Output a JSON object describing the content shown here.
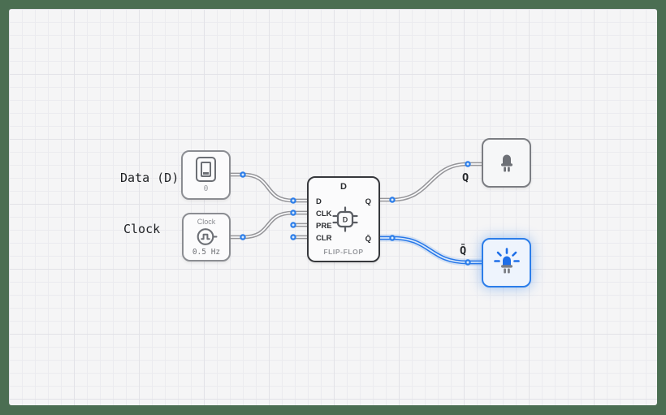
{
  "app": {
    "description": "logic circuit editor canvas with D flip-flop demo"
  },
  "colors": {
    "frame": "#4b6e52",
    "canvas_bg": "#f5f5f6",
    "grid_line": "#e8e8ec",
    "active_blue": "#2b7de9",
    "wire_gray": "#96969a",
    "component_border": "#8b8d92",
    "flipflop_border": "#36383c"
  },
  "labels": {
    "data_input": "Data (D)",
    "clock_input": "Clock",
    "q_output": "Q",
    "q_bar_output": "Q̄"
  },
  "switch": {
    "value": "0",
    "state": "off"
  },
  "clock": {
    "title": "Clock",
    "frequency": "0.5 Hz"
  },
  "flip_flop": {
    "top_label": "D",
    "chip_label": "D",
    "footer": "FLIP-FLOP",
    "pins": {
      "inputs": [
        "D",
        "CLK",
        "PRE",
        "CLR"
      ],
      "outputs": [
        "Q",
        "Q̄"
      ]
    }
  },
  "leds": [
    {
      "label": "Q",
      "state": "off"
    },
    {
      "label": "Q̄",
      "state": "on"
    }
  ]
}
